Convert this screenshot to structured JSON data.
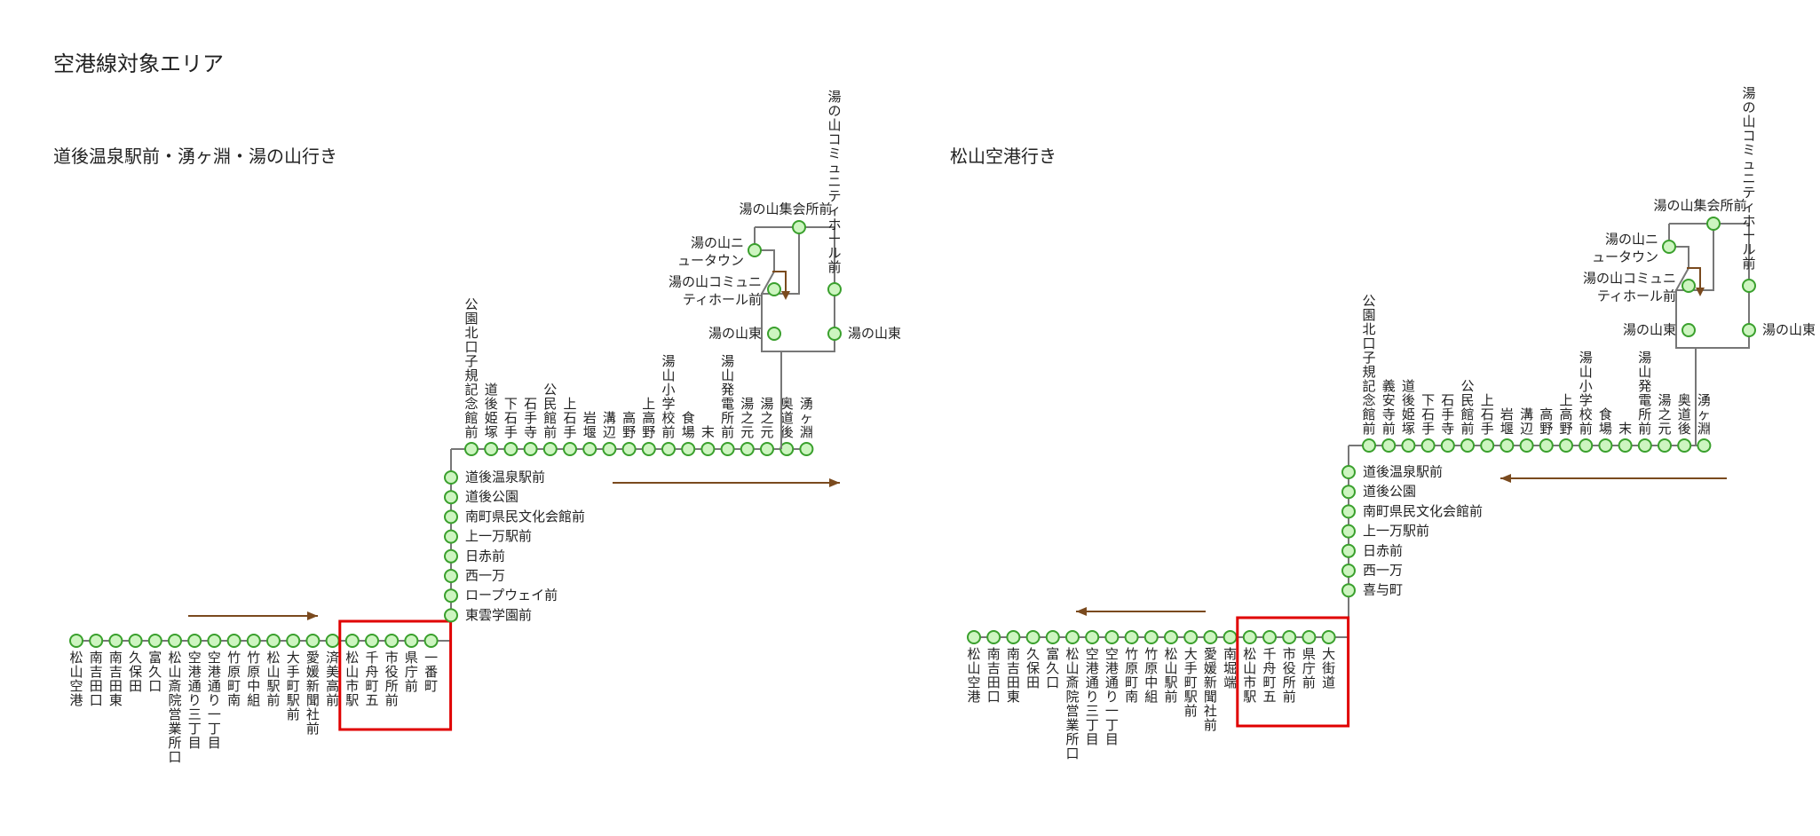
{
  "page": {
    "title": "空港線対象エリア"
  },
  "colors": {
    "stop_fill": "#cdf5c0",
    "stop_stroke": "#3aa02d",
    "route": "#777777",
    "highlight": "#e00000",
    "arrow": "#7a4a1e"
  },
  "diagrams": [
    {
      "title": "道後温泉駅前・湧ヶ淵・湯の山行き",
      "bottom_row": [
        "松山空港",
        "南吉田口",
        "南吉田東",
        "久保田",
        "富久口",
        "松山斎院営業所口",
        "空港通り三丁目",
        "空港通り一丁目",
        "竹原町南",
        "竹原中組",
        "松山駅前",
        "大手町駅前",
        "愛媛新聞社前",
        "済美高前",
        "松山市駅",
        "千舟町五",
        "市役所前",
        "県庁前",
        "一番町"
      ],
      "highlighted": [
        "松山市駅",
        "千舟町五",
        "市役所前",
        "県庁前",
        "一番町"
      ],
      "vertical": [
        "道後温泉駅前",
        "道後公園",
        "南町県民文化会館前",
        "上一万駅前",
        "日赤前",
        "西一万",
        "ロープウェイ前",
        "東雲学園前"
      ],
      "top_row": [
        "公園北口子規記念館前",
        "道後姫塚",
        "下石手",
        "石手寺",
        "公民館前",
        "上石手",
        "岩堰",
        "溝辺",
        "高野",
        "上高野",
        "湯山小学校前",
        "食場",
        "末",
        "湯山発電所前",
        "湯之元",
        "湯之元",
        "奥道後",
        "湧ヶ淵"
      ],
      "loop": [
        "湯の山集会所前",
        "湯の山ニュータウン",
        "湯の山コミュニティホール前",
        "湯の山東",
        "湯の山コミュニティホール前",
        "湯の山東"
      ]
    },
    {
      "title": "松山空港行き",
      "bottom_row": [
        "松山空港",
        "南吉田口",
        "南吉田東",
        "久保田",
        "富久口",
        "松山斎院営業所口",
        "空港通り三丁目",
        "空港通り一丁目",
        "竹原町南",
        "竹原中組",
        "松山駅前",
        "大手町駅前",
        "愛媛新聞社前",
        "南堀端",
        "松山市駅",
        "千舟町五",
        "市役所前",
        "県庁前",
        "大街道"
      ],
      "highlighted": [
        "松山市駅",
        "千舟町五",
        "市役所前",
        "県庁前",
        "大街道"
      ],
      "vertical": [
        "道後温泉駅前",
        "道後公園",
        "南町県民文化会館前",
        "上一万駅前",
        "日赤前",
        "西一万",
        "喜与町"
      ],
      "top_row": [
        "公園北口子規記念館前",
        "義安寺前",
        "道後姫塚",
        "下石手",
        "石手寺",
        "公民館前",
        "上石手",
        "岩堰",
        "溝辺",
        "高野",
        "上高野",
        "湯山小学校前",
        "食場",
        "末",
        "湯山発電所前",
        "湯之元",
        "奥道後",
        "湧ヶ淵"
      ],
      "loop": [
        "湯の山集会所前",
        "湯の山ニュータウン",
        "湯の山コミュニティホール前",
        "湯の山東",
        "湯の山コミュニティホール前",
        "湯の山東"
      ]
    }
  ]
}
